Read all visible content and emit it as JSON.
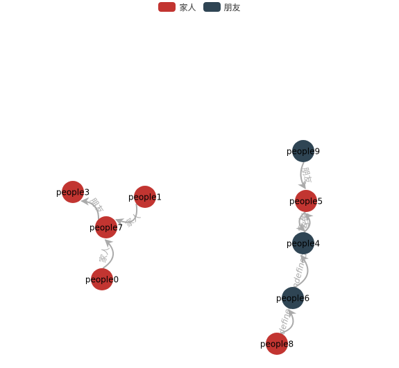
{
  "legend": {
    "items": [
      {
        "label": "家人",
        "color": "#c23531"
      },
      {
        "label": "朋友",
        "color": "#2f4554"
      }
    ]
  },
  "graph": {
    "edge_color": "#aaaaaa",
    "nodes": [
      {
        "id": "people0",
        "label": "people0",
        "category": 0
      },
      {
        "id": "people1",
        "label": "people1",
        "category": 0
      },
      {
        "id": "people3",
        "label": "people3",
        "category": 0
      },
      {
        "id": "people7",
        "label": "people7",
        "category": 0
      },
      {
        "id": "people9",
        "label": "people9",
        "category": 1
      },
      {
        "id": "people5",
        "label": "people5",
        "category": 0
      },
      {
        "id": "people4",
        "label": "people4",
        "category": 1
      },
      {
        "id": "people6",
        "label": "people6",
        "category": 1
      },
      {
        "id": "people8",
        "label": "people8",
        "category": 0
      }
    ],
    "edges": [
      {
        "source": "people0",
        "target": "people7",
        "label": "家人"
      },
      {
        "source": "people1",
        "target": "people7",
        "label": "家人"
      },
      {
        "source": "people7",
        "target": "people3",
        "label": "朋友"
      },
      {
        "source": "people9",
        "target": "people5",
        "label": "朋友"
      },
      {
        "source": "people4",
        "target": "people5",
        "label": "家人"
      },
      {
        "source": "people5",
        "target": "people4",
        "label": "朋友"
      },
      {
        "source": "people6",
        "target": "people4",
        "label": "undefined"
      },
      {
        "source": "people8",
        "target": "people6",
        "label": "undefined"
      }
    ]
  }
}
